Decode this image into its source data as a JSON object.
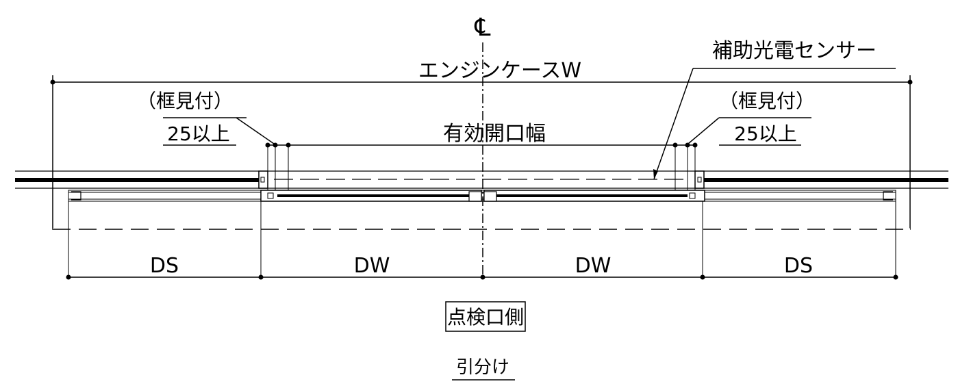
{
  "centerline_symbol": "℄",
  "labels": {
    "sensor": "補助光電センサー",
    "engine_case": "エンジンケースW",
    "frame_left": "（框見付）",
    "frame_right": "（框見付）",
    "min_left": "25以上",
    "min_right": "25以上",
    "effective_opening": "有効開口幅",
    "ds_left": "DS",
    "dw_left": "DW",
    "dw_right": "DW",
    "ds_right": "DS",
    "inspection_side": "点検口側",
    "caption": "引分け"
  }
}
